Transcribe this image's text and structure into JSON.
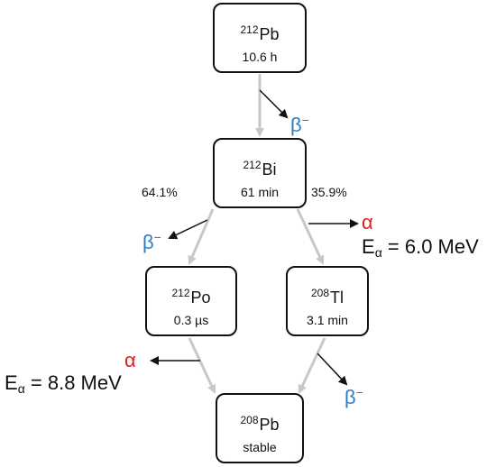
{
  "nuclides": {
    "pb212": {
      "mass": "212",
      "symbol": "Pb",
      "half_life": "10.6 h"
    },
    "bi212": {
      "mass": "212",
      "symbol": "Bi",
      "half_life": "61 min"
    },
    "po212": {
      "mass": "212",
      "symbol": "Po",
      "half_life": "0.3 µs"
    },
    "tl208": {
      "mass": "208",
      "symbol": "Tl",
      "half_life": "3.1 min"
    },
    "pb208": {
      "mass": "208",
      "symbol": "Pb",
      "half_life": "stable"
    }
  },
  "branches": {
    "left": "64.1%",
    "right": "35.9%"
  },
  "decays": {
    "beta": "β",
    "beta_sign": "−",
    "alpha": "α",
    "energy_symbol": "E",
    "energy_sub": "α",
    "bi_alpha_energy": " = 6.0 MeV",
    "po_alpha_energy": " = 8.8 MeV"
  },
  "colors": {
    "beta": "#2e7bbf",
    "alpha": "#e02020",
    "flow_arrow": "#c8c8c8",
    "emission_arrow": "#111111"
  }
}
